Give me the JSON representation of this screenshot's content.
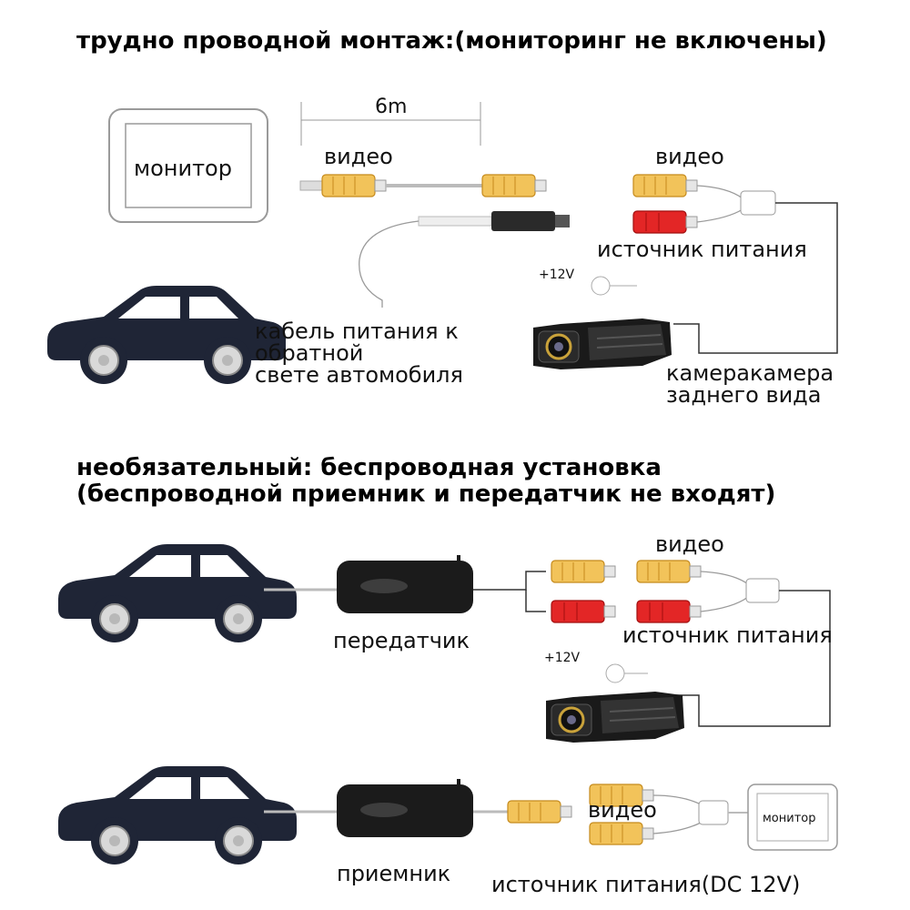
{
  "title_wired": "трудно проводной монтаж:(мониторинг не включены)",
  "title_wireless_1": "необязательный: беспроводная установка",
  "title_wireless_2": "(беспроводной приемник и передатчик не входят)",
  "labels": {
    "distance": "6m",
    "monitor": "монитор",
    "video": "видео",
    "power_source": "источник питания",
    "plus12v": "+12V",
    "reverse_cable_1": "кабель питания к",
    "reverse_cable_2": "обратной",
    "reverse_cable_3": "свете автомобиля",
    "camera_1": "камеракамера",
    "camera_2": "заднего вида",
    "transmitter": "передатчик",
    "receiver": "приемник",
    "power_dc": "источник питания(DC 12V)"
  },
  "icons": {
    "car": "car-icon",
    "monitor": "monitor-icon",
    "camera": "rear-camera-icon",
    "wireless_box": "wireless-module-icon",
    "rca": "rca-connector-icon"
  },
  "colors": {
    "car": "#1f2536",
    "rca_yellow": "#f2c35a",
    "rca_red": "#e32626",
    "module": "#1b1b1b"
  }
}
